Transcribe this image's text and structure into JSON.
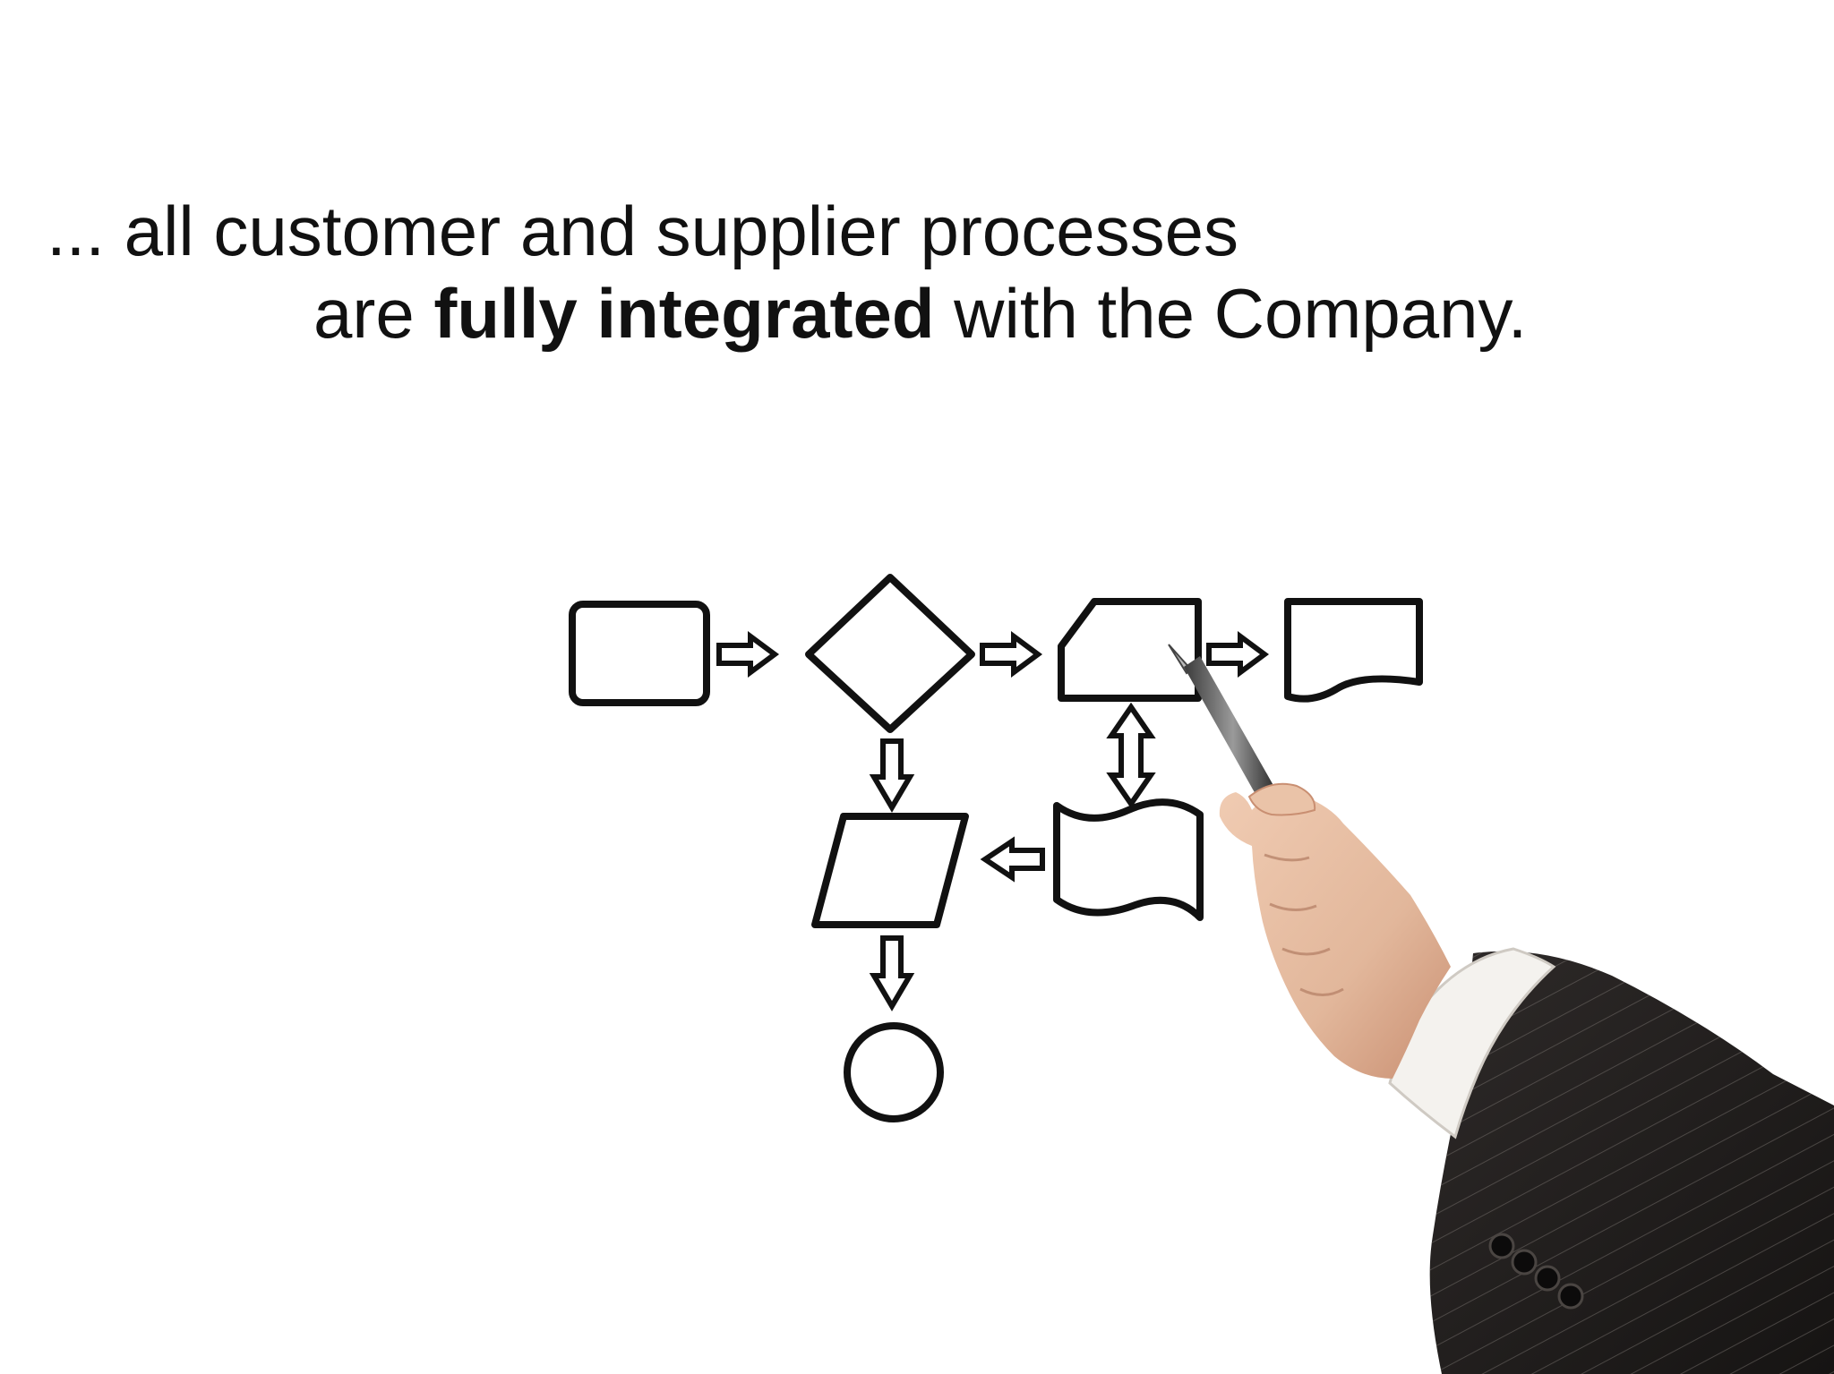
{
  "headline": {
    "line1": "... all customer and supplier processes",
    "line2_prefix": "are ",
    "line2_bold": "fully integrated",
    "line2_suffix": " with the Company."
  },
  "illustration": {
    "shapes": [
      "terminator",
      "decision",
      "manual-input",
      "document",
      "data-input",
      "punched-tape",
      "connector"
    ],
    "flowchart_stroke_color": "#111111",
    "suit_color": "#23201f",
    "cuff_color": "#f4f2ee",
    "skin_color": "#e2b79b"
  }
}
